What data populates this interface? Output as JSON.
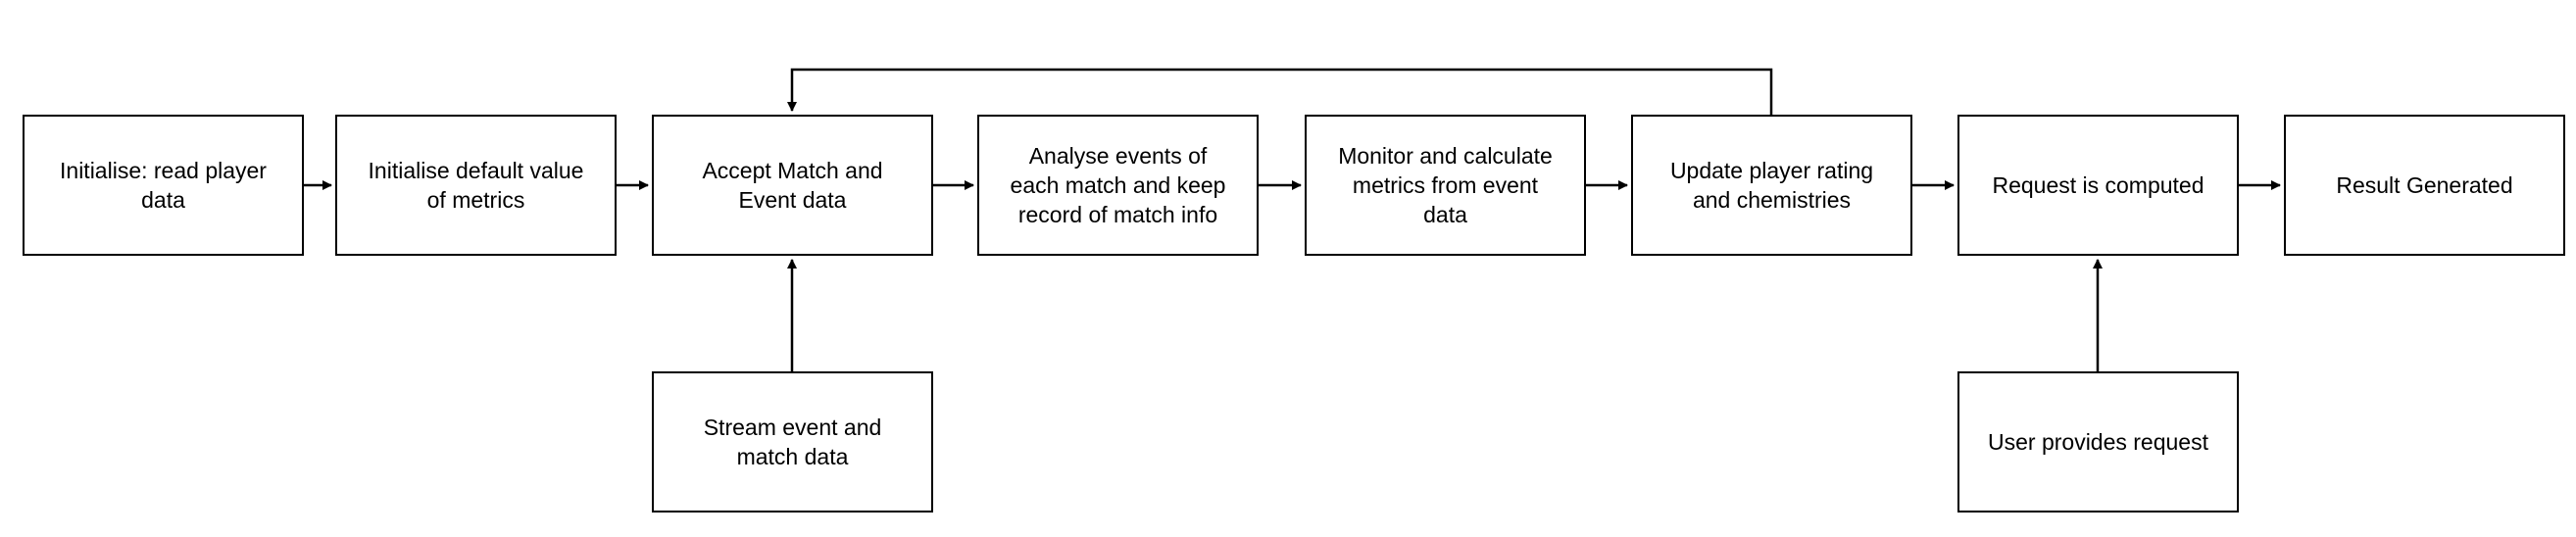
{
  "diagram": {
    "nodes": {
      "initialise_player": "Initialise: read player\ndata",
      "default_metrics": "Initialise default value\nof  metrics",
      "accept_data": "Accept Match and\nEvent data",
      "analyse_events": "Analyse events of\neach match and keep\nrecord of match info",
      "monitor_metrics": "Monitor and calculate\nmetrics from event\ndata",
      "update_rating": "Update player rating\nand chemistries",
      "request_computed": "Request is computed",
      "result_generated": "Result Generated",
      "stream_data": "Stream event and\nmatch data",
      "user_request": "User provides request"
    },
    "edges": [
      {
        "from": "initialise_player",
        "to": "default_metrics"
      },
      {
        "from": "default_metrics",
        "to": "accept_data"
      },
      {
        "from": "accept_data",
        "to": "analyse_events"
      },
      {
        "from": "analyse_events",
        "to": "monitor_metrics"
      },
      {
        "from": "monitor_metrics",
        "to": "update_rating"
      },
      {
        "from": "update_rating",
        "to": "request_computed"
      },
      {
        "from": "request_computed",
        "to": "result_generated"
      },
      {
        "from": "update_rating",
        "to": "accept_data"
      },
      {
        "from": "stream_data",
        "to": "accept_data"
      },
      {
        "from": "user_request",
        "to": "request_computed"
      }
    ],
    "colors": {
      "stroke": "#000000",
      "fill": "#ffffff",
      "text": "#000000"
    }
  }
}
